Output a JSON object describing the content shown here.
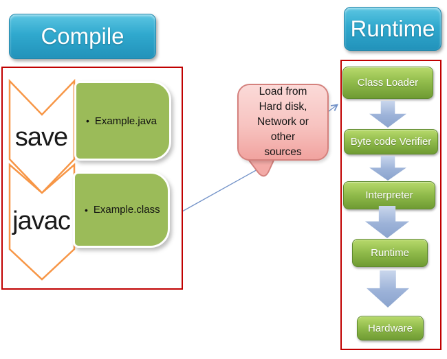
{
  "compile": {
    "title": "Compile",
    "steps": [
      {
        "label": "save",
        "bullet": "•",
        "item": "Example.java"
      },
      {
        "label": "javac",
        "bullet": "•",
        "item": "Example.class"
      }
    ]
  },
  "bubble": {
    "text": "Load from Hard disk, Network or other sources",
    "lines": [
      "Load from",
      "Hard disk,",
      "Network or",
      "other",
      "sources"
    ]
  },
  "runtime": {
    "title": "Runtime",
    "stages": [
      "Class Loader",
      "Byte code Verifier",
      "Interpreter",
      "Runtime",
      "Hardware"
    ]
  },
  "colors": {
    "title_blue": "#2fa6cb",
    "item_green": "#9bbb59",
    "stage_green": "#8fba4a",
    "chevron_orange": "#f79646",
    "frame_red": "#c00000",
    "bubble_pink": "#f7c3c0",
    "bubble_border": "#d4817d",
    "flow_arrow_blue": "#9cb2d8",
    "connector_blue": "#7292c8"
  }
}
